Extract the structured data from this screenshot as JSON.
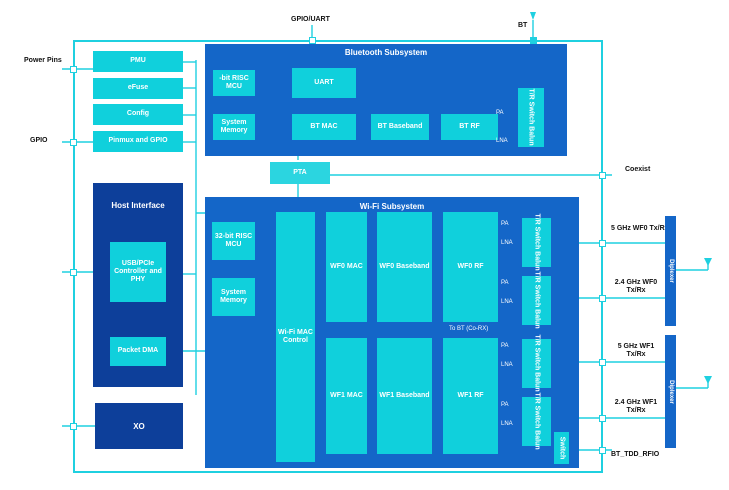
{
  "colors": {
    "outline": "#1fd0e0",
    "block": "#10d0dc",
    "subsystem": "#1466c8",
    "host": "#0d3f9a",
    "diplexer": "#1466c8"
  },
  "pins": {
    "gpio_uart": "GPIO/UART",
    "bt": "BT",
    "power_pins": "Power Pins",
    "gpio": "GPIO",
    "coexist": "Coexist",
    "bt_tdd_rfio": "BT_TDD_RFIO"
  },
  "system_blocks": {
    "pmu": "PMU",
    "efuse": "eFuse",
    "config": "Config",
    "pinmux": "Pinmux and GPIO",
    "xo": "XO",
    "pta": "PTA"
  },
  "host": {
    "title": "Host Interface",
    "usb": "USB/PCIe Controller and PHY",
    "dma": "Packet DMA"
  },
  "bluetooth": {
    "title": "Bluetooth Subsystem",
    "risc": "-bit RISC MCU",
    "uart": "UART",
    "memory": "System Memory",
    "mac": "BT MAC",
    "baseband": "BT Baseband",
    "rf": "BT RF",
    "tr": "T/R Switch Balun",
    "pa": "PA",
    "lna": "LNA"
  },
  "wifi": {
    "title": "Wi-Fi Subsystem",
    "risc": "32-bit RISC MCU",
    "memory": "System Memory",
    "mac_control": "Wi-Fi MAC Control",
    "wf0_mac": "WF0 MAC",
    "wf0_baseband": "WF0 Baseband",
    "wf0_rf": "WF0 RF",
    "wf1_mac": "WF1 MAC",
    "wf1_baseband": "WF1 Baseband",
    "wf1_rf": "WF1 RF",
    "to_bt": "To BT (Co-RX)",
    "tr": "T/R Switch Balun",
    "switch": "Switch",
    "pa": "PA",
    "lna": "LNA"
  },
  "outputs": {
    "wf0_5g": "5 GHz WF0 Tx/Rx",
    "wf0_24g": "2.4 GHz WF0 Tx/Rx",
    "wf1_5g": "5 GHz WF1 Tx/Rx",
    "wf1_24g": "2.4 GHz WF1 Tx/Rx"
  },
  "diplexer": "Diplexer"
}
